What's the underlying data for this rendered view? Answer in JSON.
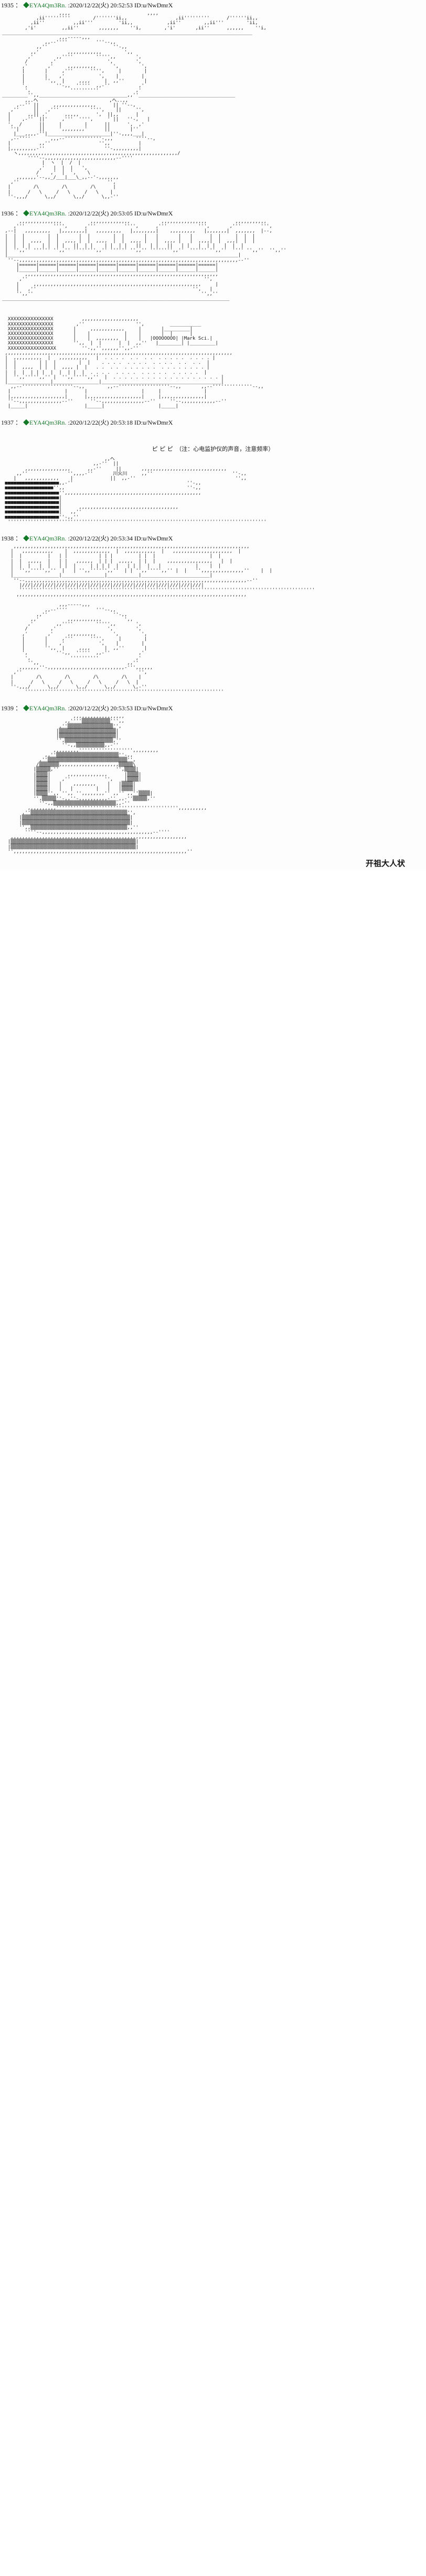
{
  "board": {
    "type": "ascii-art-bbs-thread",
    "date": "2020/12/22(火)",
    "tripcode": "◆EYA4Qm3Rn.",
    "user_id": "ID:u/NwDmrX",
    "diamond_glyph": "◆",
    "name_separator": "：",
    "colors": {
      "tripcode_green": "#1b7a2e",
      "text_black": "#111111",
      "background": "#fdfdfd"
    }
  },
  "posts": [
    {
      "number": "1935",
      "separator": "：",
      "diamond": "◆",
      "trip": "EYA4Qm3Rn.",
      "datetime": ":2020/12/22(火) 20:52:53",
      "uid": "ID:u/NwDmrX",
      "header_full": "1935 ： ◆EYA4Qm3Rn. :2020/12/22(火) 20:52:53 ID:u/NwDmrX",
      "art_label": "hospital-room-figure-aa",
      "art": "                    ,,,,                           ,,,,\n            ,ii'''''''''        /'''''''ii,,                 ,ii'''''''''      /''''''ii,,\n          ,ii''          ,,ii'''         'ii,,            ,ii''        ,,ii'''        'ii,\n        ,'i'         ,,ii''       ,,,,,,,    ''i,        ,'i'       ,ii''      ,,,,,,    ''i,\n________________________________________________________________________________________\n                    ,,,-‐‐‐-,,,\n               ,,-‐''''          '''‐-,,\n            ,,''                       ''-,,\n          ,,'          ,,,,,,,,,,,,        ',,\n         ,'        ,,''''        ''''',,       ',\n        /        ,'                  ',        ',\n       ,'       ,'     ,,,,,,,,,,      ',        ',\n       |       |     ,'''      '''',     |        |\n       |       |    ,'            ',    |        |\n       |       '',,  |     ,,,,     |  ,,''       |\n       ',          ''-,,  '''''  ,,-''          ,'\n        ',              ''''''''''             ,'\n_________'',,_______________________________,,''__________________________________\n        ,,.へ                         ,へ..,,\n     ,-‐'' ||     ,,,,,,,,,,,,,,,      || ''‐-,\n   ,''     ||   ,'''           '''',    ||     '',\n  |      ,,|| ,'      ,,,,,      ',  ||,,      |\n  |    ,-''  ||'     ,'''  '''',     ' ||   ''-,   |\n  ',  /      ||     |        |      ||      ',  ,'\n   ''|       ||     ',,,,,,,,'      ||       |''\n    |___,,,,-''|______________________|''-,,,,___|\n   ,-‐''''       ,,,-‐'''''''''''''-,,,        ''''‐-,\n  |          ,,''                 '',,          |\n  |,,,,,,,,,-''                     ''-,,,,,,,,,|\n    ヽ,,,,,,,,,,,,,,,,,,,,,,,,,,,,,,,,,,,,,,,,,,,,,,,,,,,,,,,,/\n         ''''‐-,,,,,,,,,,,,,,,,,,,,,,,,,-‐''''\n              |  ヽ  |  /  |\n             ,'   |  |  |   ',\n            /    ,'  |  ',    \\\n     ,,,,,,,'‐-,,_/___|___\\_,,-‐'‐,,,,,,,\n   ,''                               '',\n  |        /\\        /\\        /\\      |\n  |      /   \\     /   \\     /   \\    |\n  ''-,,,/      \\,,/      \\,,/      \\,,-''\n"
    },
    {
      "number": "1936",
      "separator": "：",
      "diamond": "◆",
      "trip": "EYA4Qm3Rn.",
      "datetime": ":2020/12/22(火) 20:53:05",
      "uid": "ID:u/NwDmrX",
      "header_full": "1936 ： ◆EYA4Qm3Rn. :2020/12/22(火) 20:53:05 ID:u/NwDmrX",
      "art_label": "hospital-ward-machines-aa",
      "art_top": "      ,,,,,,,,,,,,,,,          ,,,,,,,,,,,,,,           ,,,,,,,,,,,,,,,,          ,,,,,,,,,,,\n    ,'''          '''',      ,'''          '''',      ,'''           ''',       ,'''       ''',\n ,-‐|   ,,,,,,,,,   |,,,,,,,,|   ,,,,,,,,,   |,,,,,,,,|    ,,,,,,,,,   |,,,,,,,|  ,,,,,,,  |-‐,\n |  |  |        |  |       |  |        |  |       |   |       |   |      |  |     |  |  |\n |  |  |  ,,,,  |  |  ,,,, |  |  ,,,,  |  |  ,,,, |   |  ,,,, |   |  ,,,,|  |  ,,,|  |  |\n |  |  | |    | |  | |   ||  | |    | |  | |   ||   | |   ||   | |   |  | |   |  |  |\n |  '',,'' '''''' '',,'' '''''''',,'' '''''' '',,'' '''''''',,''  '''''' '',,''  '''' '',,''  '',,''\n |_________________________________________________________________________________|\n  ''‐-,,,,,,,,,,,,,,,,,,,,,,,,,,,,,,,,,,,,,,,,,,,,,,,,,,,,,,,,,,,,,,,,,,,,,,,,,,,,,-‐''\n     |======|======|======|======|======|======|======|======|======|======|\n     |______|______|______|______|______|______|______|______|______|______|\n        ,,,,,,,,,,,,,,,,,,,,,,,,,,,,,,,,,,,,,,,,,,,,,,,,,,,,,,,,,,,,,,,,,,,,\n      ,''                                                              '',\n     |     ,,,,,,,,,,,,,,,,,,,,,,,,,,,,,,,,,,,,,,,,,,,,,,,,,,,,,,,,,,,     |\n     |   ,''                                                       '',   |\n     '',,''                                                           '',,''\n________________________________________________________________________________\n",
      "art_bottom": "  XXXXXXXXXXXXXXXX          ,,,,,,,,,,,,,,,,,,,,\n  XXXXXXXXXXXXXXXX        ,''                  '',         ___________\n  XXXXXXXXXXXXXXXX       |     ,,,,,,,,,,,,     |       |_________|\n  XXXXXXXXXXXXXXXX       |    |            |    |       |  |      |\n  XXXXXXXXXXXXXXXX       |    |  ,,,,,,,,  |    |   |OOOOOOOO| |Mark Sci.|\n  XXXXXXXXXXXXXXXX       '',,  |  |      |  |  ,,''   |________| |_________|\n  XXXXXXXXXXXXXXXXX         ''-,,'',,,,,,'',,-''\n ,,,,,,,,,,,,,,,,,,,,,,,,,,,,,,,,,,,,,,,,,,,,,,,,,,,,,,,,,,,,,,,,,,,,,,,,,,,,,,,,\n |  ,,,,,,,,,,  |   ,,,,,,,,,,   |  . . . .  . .  . .  . . . . .  . . . . |\n |  |        | |  |        |  |    . . . .  . . . .  . . . .  . .  . .  |\n |  |  ,,,,  | |  |  ,,,, |  |   . .  . .  . . . . . .  . . . . . . . . |\n |  |  |  | | |  |  |  | |  |  . . . .  . . . .  . . . . .  . . . . .  |\n |  '',,''''',,'' |  '',,''''',,''  |  . . . . . . . . . . . . . . . . . . . |\n |_______________|________________|__________________________________________|\n   ,,-‐''''''''''''''''''‐-,,        ,,-‐''''''''''''''''''‐-,,       ,,-‐''''''''''''''‐-,,\n  |                   |      |                   |     |               |\n  |,,,,,,,,,,,,,,,,,,,|      |,,,,,,,,,,,,,,,,,,,|     |,,,,,,,,,,,,,,,|\n  ''‐-,,,,,,,,,,,,,,,-‐''      ''‐-,,,,,,,,,,,,,,,-‐''     ''‐-,,,,,,,,,,,,-‐''\n  |_____|                    |_____|                   |_____|\n"
    },
    {
      "number": "1937",
      "separator": "：",
      "diamond": "◆",
      "trip": "EYA4Qm3Rn.",
      "datetime": ":2020/12/22(火) 20:53:18",
      "uid": "ID:u/NwDmrX",
      "header_full": "1937 ： ◆EYA4Qm3Rn. :2020/12/22(火) 20:53:18 ID:u/NwDmrX",
      "note": "ピ ピ ピ　（注：心电监护仪的声音，注意频率）",
      "note_sfx": "ピ ピ ピ",
      "note_translation": "（注：心电监护仪的声音，注意频率）",
      "art_label": "bedside-monitor-patient-aa",
      "art": "                                    ,,へ\n                                ,,-''  ||\n        ,,,,,,,,,,,,,,,,      ,,-''     ||       ,,,,,,,,,,,,,,,,,,,,,,,,,,,,,,\n     ,,''              '',,,,-''       川火川     ,,''                            ''-,,\n    |   ,,,,,,,,,,,,    |             ||  ,,-''                                   '',,\n ■■■■■■■■■■■■■■■■■■■,,-''                                        ''-,,\n ■■■■■■■■■■■■■■■■■'',,                                           ''-,,\n ■■■■■■■■■■■■■■■■■■■'',,,,,,,,,,,,,,,,,,,,,,,,,,,,,,,,,,,,,,,,,,,,,,,,\n ■■■■■■■■■■■■■■■■■■■|\n ■■■■■■■■■■■■■■■■■■■|\n ■■■■■■■■■■■■■■■■■■■|      ,,,,,,,,,,,,,,,,,,,,,,,,,,,,,,,,,,,\n ■■■■■■■■■■■■■■■■■■■|   ,,''\n ■■■■■■■■■■■■■■■■■■■''-,,''\n  '''''''''''''''''''''''''''''''''''''''''''''''''''''''''''''''''''''''''''''''''''''''''''\n"
    },
    {
      "number": "1938",
      "separator": "：",
      "diamond": "◆",
      "trip": "EYA4Qm3Rn.",
      "datetime": ":2020/12/22(火) 20:53:34",
      "uid": "ID:u/NwDmrX",
      "header_full": "1938 ： ◆EYA4Qm3Rn. :2020/12/22(火) 20:53:34 ID:u/NwDmrX",
      "art_label": "ward-interior-and-figure-aa",
      "art_top": "    ,,,,,,,,,,,,,,,,,,,,,,,,,,,,,,,,,,,,,,,,,,,,,,,,,,,,,,,,,,,,,,,,,,,,,,,,,,,,,,,,,,,\n   |   ,,,,,,,,,,,    |  ,,,,,,,,,,,,,  |  ,,,,,,,,,,,  |   ,,,,,,,,,,,,,,,,,,,,,  |\n   |  |         |   | |           | | |         | |  |                   |  |\n   |  |  ,,,,,  |   | |   ,,,,,,  | | |  ,,,,,  | |  |    ,,,,,,,,,,,,,,,,   |  |\n   |  |  |   |  |   | |  |     | | | |  |   | | |  |   |            |    |  |\n   |  '',,''''',,''  |   | '',,'''''',,''  | | '',,''''',,'' |  |   '',,,,,,,,,,,,,,,''    |  |\n   |________________|_______________|___________|________________________|\n    ''‐-,,,,,,,,,,,,,,,,,,,,,,,,,,,,,,,,,,,,,,,,,,,,,,,,,,,,,,,,,,,,,,,,,,,,,,,,,,,,,,-‐''\n      |///|///|///|///|///|///|///|///|///|///|///|///|///|///|///|///|\n      ''''''''''''''''''''''''''''''''''''''''''''''''''''''''''''''''''''''''''''''''''''''''''''''''''''''''\n     ,,,,,,,,,,,,,,,,,,,,,,,,,,,,,,,,,,,,,,,,,,,,,,,,,,,,,,,,,,,,,,,,,,,,,,,,,,,,,,,,,\n",
      "art_bottom": "                    ,,,-‐‐‐-,,,\n               ,,-‐''''          '''‐-,,\n            ,,''                       ''-,,\n          ,,'          ,,,,,,,,,,,,        ',,\n         ,'        ,,''''        ''''',,       ',\n        /        ,'                  ',        ',\n       ,'       ,'     ,,,,,,,,,,      ',        ',\n       |       |     ,'''      '''',     |        |\n       |       |    ,'            ',    |        |\n       |       '',,  |     ,,,,     |  ,,''       |\n       ',          ''-,,  '''''  ,,-''          ,'\n        ',              ''''''''''             ,'\n         '',,                               ,,''\n      ,,,,,,,''-,,,,,,,,,,,,,,,,,,,,,,,,,,,-''',,,,,,\n    ,''                                         '',\n   |        /\\        /\\        /\\        /\\    |\n   |      /   \\     /   \\     /   \\     /   \\  |\n   ''-,,,/      \\,,/      \\,,/      \\,,/      \\,-''\n        ''''''''''''''''''''''''''''''''''''''''''''''''''''''''''''''''''''''\n"
    },
    {
      "number": "1939",
      "separator": "：",
      "diamond": "◆",
      "trip": "EYA4Qm3Rn.",
      "datetime": ":2020/12/22(火) 20:53:53",
      "uid": "ID:u/NwDmrX",
      "header_full": "1939 ： ◆EYA4Qm3Rn. :2020/12/22(火) 20:53:53 ID:u/NwDmrX",
      "caption": "开祖大人状",
      "art_label": "seated-elder-figure-aa",
      "art": "                         ,,,,,,,,,,,,,,,,,,\n                      ,,''''▒▒▒▒▒▒▒▒▒▒''',,\n                    ,''▒▒▒▒▒▒▒▒▒▒▒▒▒▒▒▒'',\n                   |▒▒▒▒▒▒▒▒▒▒▒▒▒▒▒▒▒▒▒▒|\n                   |▒▒▒▒▒▒▒▒▒▒▒▒▒▒▒▒▒▒▒▒|\n                   '',▒▒▒▒▒▒▒▒▒▒▒▒▒▒▒▒▒,''\n                     ''-,,▒▒▒▒▒▒▒▒▒▒,,-''\n                  ,,,,,,,,,''''''''''''''''''',,,,,,,,,\n               ,,''▒▒▒▒▒▒▒▒▒▒▒▒▒▒▒▒▒▒▒▒▒▒''-,,\n             ,''▒▒▒▒▒▒▒▒▒▒▒▒▒▒▒▒▒▒▒▒▒▒▒▒▒▒▒▒'',\n            /▒▒▒▒▒▒▒,,,,,,,,,,,,,,,,,,,,,▒▒▒▒▒\\\n           |▒▒▒▒▒,''                    '',▒▒▒▒|\n           |▒▒▒▒|      ,,,,,,,,,,,,,,      |▒▒▒▒|\n           |▒▒▒▒|    ,''            '',    |▒▒▒▒|\n           |▒▒▒▒|   |    ,,,,,,,,    |   |▒▒▒▒|\n           |▒▒▒▒|   |   |        |   |   |▒▒▒▒|\n           |▒▒▒▒'',, '',, '',,,,,,,,'' ,,'' ,,''▒▒▒▒|\n           '',▒▒▒▒▒''-,,''-,,,,,,,,,,-''_,,-''▒▒▒▒▒,''\n             ''-,,▒▒▒▒▒▒▒▒▒▒▒▒▒▒▒▒▒▒▒▒▒▒,,-''\n         ,,,,,,,,,,''''''''''''''''''''''''''''''''''''''''''',,,,,,,,,,\n       ,''▒▒▒▒▒▒▒▒▒▒▒▒▒▒▒▒▒▒▒▒▒▒▒▒▒▒▒▒▒▒▒▒▒▒'',\n      |▒▒▒▒▒▒▒▒▒▒▒▒▒▒▒▒▒▒▒▒▒▒▒▒▒▒▒▒▒▒▒▒▒▒▒▒▒▒|\n      |▒▒▒▒▒▒▒▒▒▒▒▒▒▒▒▒▒▒▒▒▒▒▒▒▒▒▒▒▒▒▒▒▒▒▒▒▒▒|\n      '',,▒▒▒▒▒▒▒▒▒▒▒▒▒▒▒▒▒▒▒▒▒▒▒▒▒▒▒▒▒▒▒▒▒▒,,''\n        ''''‐-,,,,,,,,,,,,,,,,,,,,,,,,,,,,,,,,,,,,,,,-‐''''\n   ,,,,,,,,,,,,,,,,,,,,,,,,,,,,,,,,,,,,,,,,,,,,,,,,,,,,,,,,,,,,,,\n  |▒▒▒▒▒▒▒▒▒▒▒▒▒▒▒▒▒▒▒▒▒▒▒▒▒▒▒▒▒▒▒▒▒▒▒▒▒▒▒▒▒▒▒▒|\n  |▒▒▒▒▒▒▒▒▒▒▒▒▒▒▒▒▒▒▒▒▒▒▒▒▒▒▒▒▒▒▒▒▒▒▒▒▒▒▒▒▒▒▒▒|\n  '',,,,,,,,,,,,,,,,,,,,,,,,,,,,,,,,,,,,,,,,,,,,,,,,,,,,,,,,,,,,,''\n"
    }
  ]
}
